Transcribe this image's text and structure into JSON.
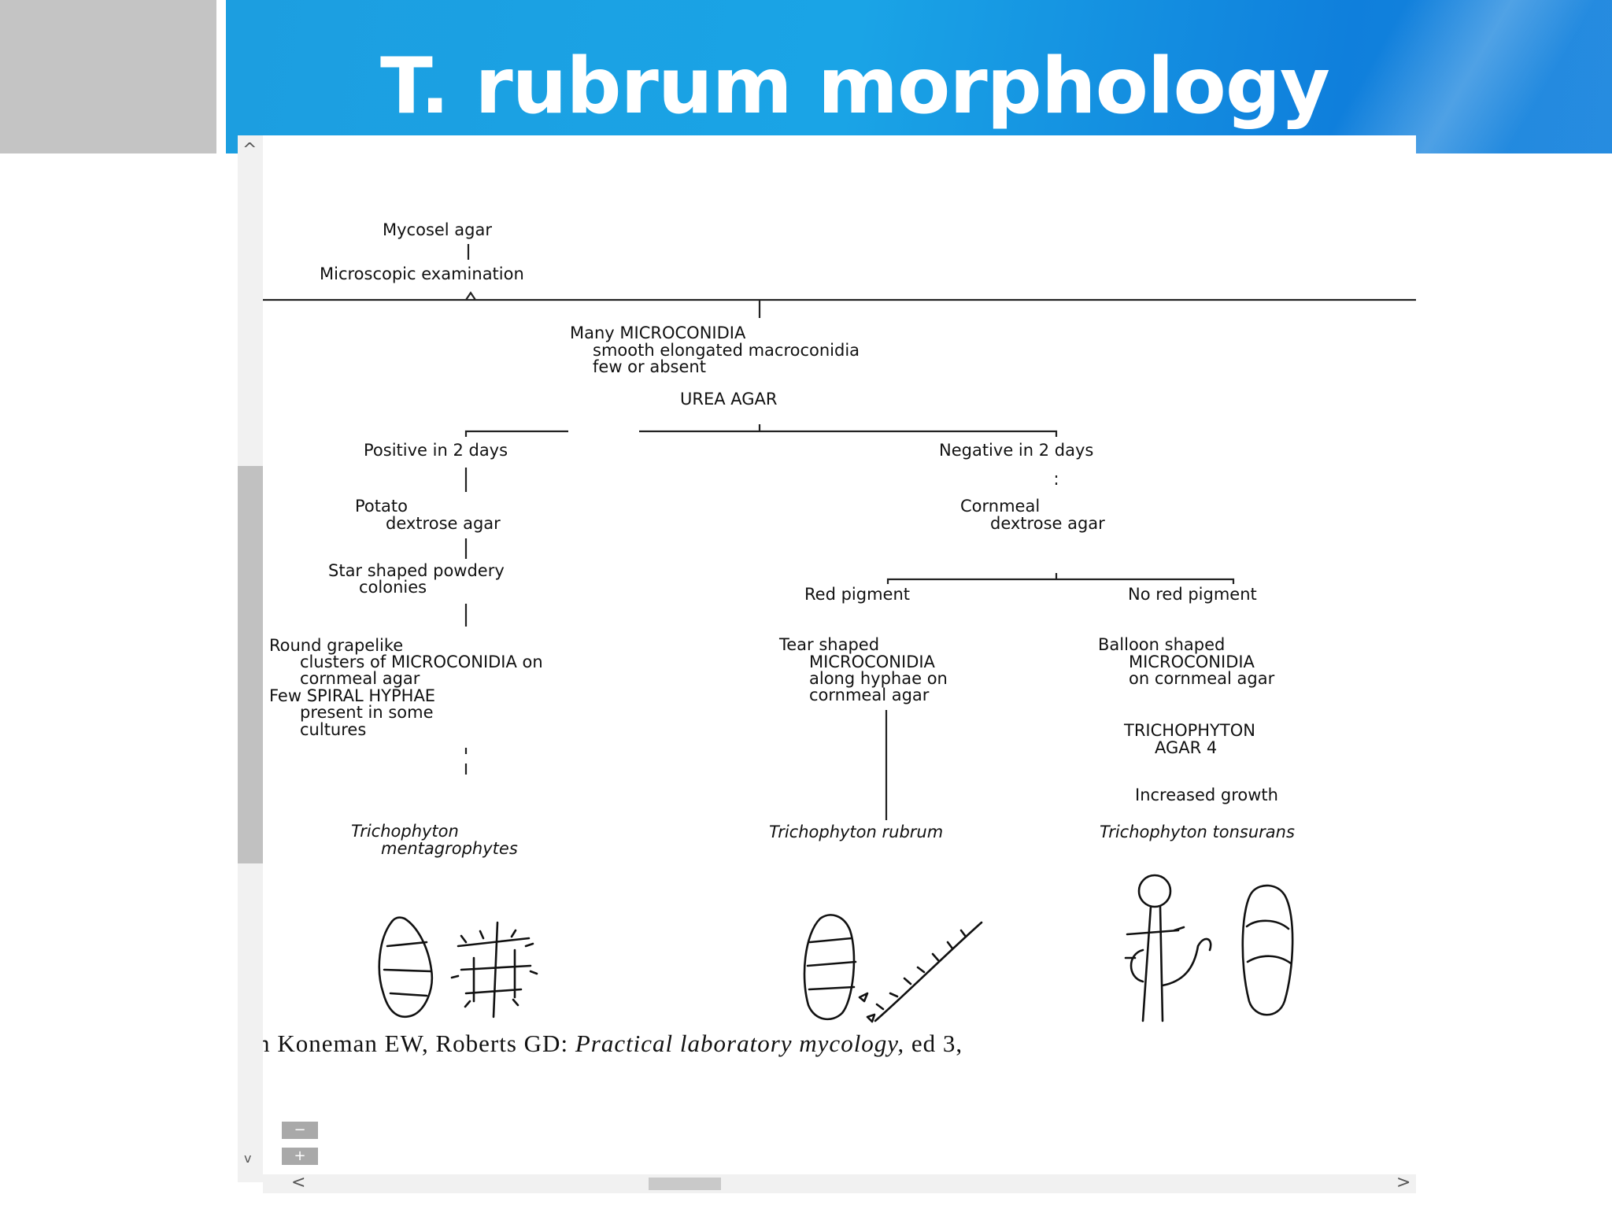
{
  "slide": {
    "title": "T. rubrum morphology"
  },
  "viewer": {
    "scroll_up": "^",
    "scroll_down": "v",
    "scroll_left": "<",
    "scroll_right": ">",
    "zoom_out": "−",
    "zoom_in": "+"
  },
  "flowchart": {
    "root": "Mycosel agar",
    "step2": "Microscopic examination",
    "branch": [
      "Many MICROCONIDIA",
      "smooth elongated macroconidia",
      "few or absent"
    ],
    "urea": "UREA AGAR",
    "positive": "Positive in 2 days",
    "negative": "Negative in 2 days",
    "potato": [
      "Potato",
      "dextrose agar"
    ],
    "star": [
      "Star shaped powdery",
      "colonies"
    ],
    "round": [
      "Round grapelike",
      "clusters of MICROCONIDIA on",
      "cornmeal agar",
      "Few SPIRAL HYPHAE",
      "present in some",
      "cultures"
    ],
    "cornmeal": [
      "Cornmeal",
      "dextrose agar"
    ],
    "red": "Red pigment",
    "nored": "No red pigment",
    "tear": [
      "Tear shaped",
      "MICROCONIDIA",
      "along hyphae on",
      "cornmeal agar"
    ],
    "balloon": [
      "Balloon shaped",
      "MICROCONIDIA",
      "on cornmeal agar"
    ],
    "tricho_agar": [
      "TRICHOPHYTON",
      "AGAR 4"
    ],
    "increased": "Increased growth",
    "species_1": [
      "Trichophyton",
      "mentagrophytes"
    ],
    "species_2": "Trichophyton rubrum",
    "species_3": "Trichophyton tonsurans"
  },
  "illustrations": [
    "mentagrophytes-macroconidium-drawing",
    "grapelike-microconidia-drawing",
    "rubrum-macroconidium-drawing",
    "tear-shaped-microconidia-drawing",
    "balloon-microconidia-drawing",
    "tonsurans-macroconidium-drawing"
  ],
  "citation": {
    "prefix": "om Koneman EW, Roberts GD: ",
    "book": "Practical laboratory mycology,",
    "suffix": " ed 3,"
  }
}
